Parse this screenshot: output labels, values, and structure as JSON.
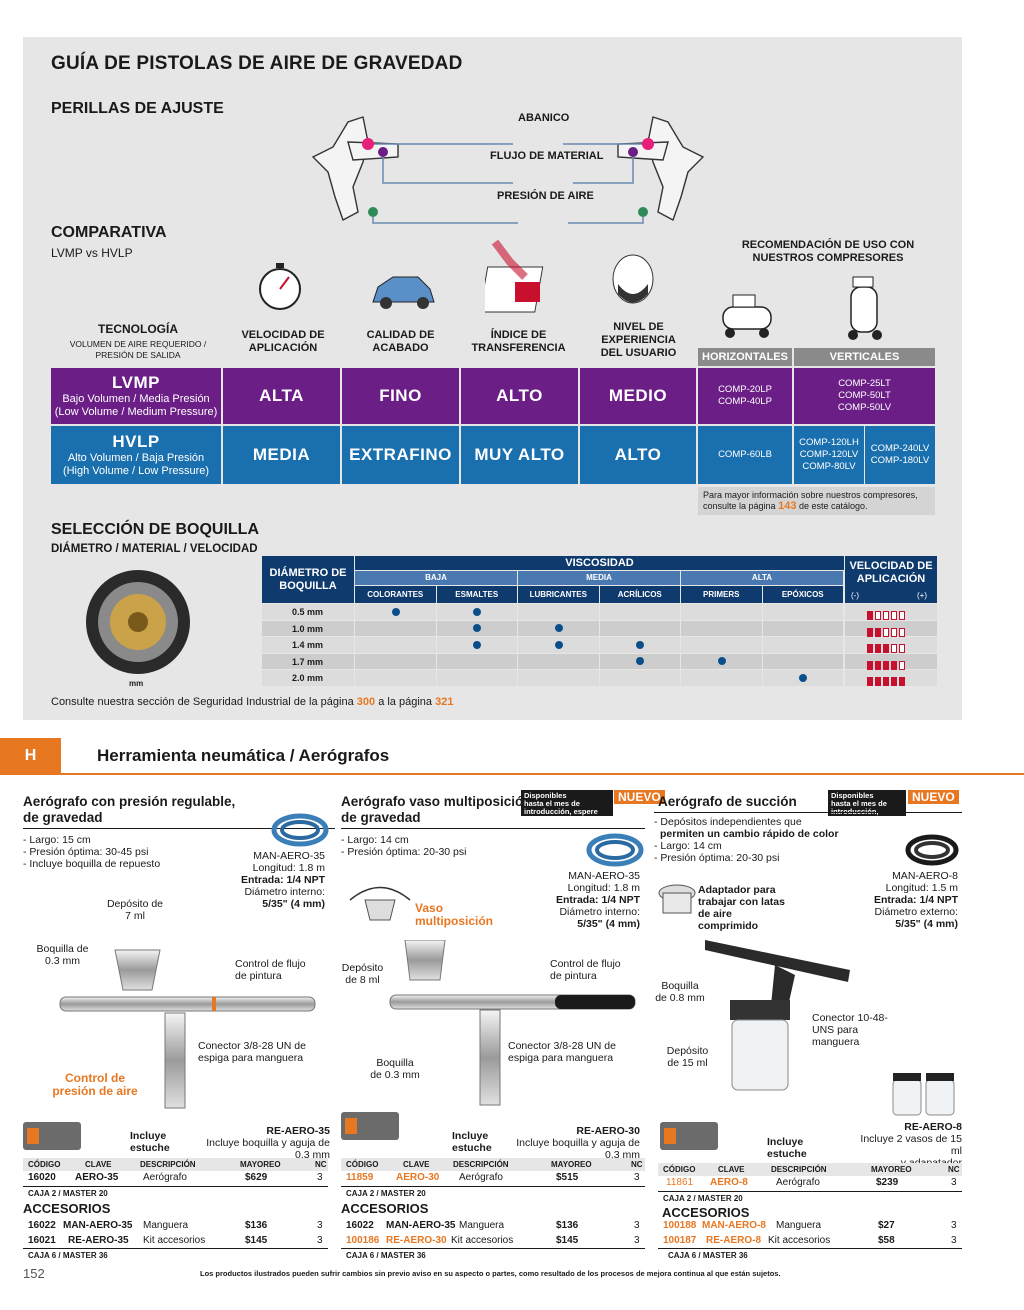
{
  "guide": {
    "title": "GUÍA DE PISTOLAS DE AIRE DE GRAVEDAD",
    "perillas_title": "PERILLAS DE AJUSTE",
    "knobs": [
      "ABANICO",
      "FLUJO DE MATERIAL",
      "PRESIÓN DE AIRE"
    ],
    "comparativa_title": "COMPARATIVA",
    "comparativa_sub": "LVMP vs HVLP",
    "tecnologia": "TECNOLOGÍA",
    "tecnologia_sub": "VOLUMEN DE AIRE REQUERIDO / PRESIÓN DE SALIDA",
    "columns": [
      "VELOCIDAD DE APLICACIÓN",
      "CALIDAD DE ACABADO",
      "ÍNDICE DE TRANSFERENCIA",
      "NIVEL DE EXPERIENCIA DEL USUARIO"
    ],
    "recomendacion": "RECOMENDACIÓN DE USO CON NUESTROS COMPRESORES",
    "horizontales": "HORIZONTALES",
    "verticales": "VERTICALES",
    "rows": [
      {
        "name": "LVMP",
        "desc1": "Bajo Volumen / Media Presión",
        "desc2": "(Low Volume / Medium Pressure)",
        "values": [
          "ALTA",
          "FINO",
          "ALTO",
          "MEDIO"
        ],
        "horiz": [
          "COMP-20LP",
          "COMP-40LP"
        ],
        "vert": [
          "COMP-25LT",
          "COMP-50LT",
          "COMP-50LV"
        ]
      },
      {
        "name": "HVLP",
        "desc1": "Alto Volumen / Baja Presión",
        "desc2": "(High Volume / Low Pressure)",
        "values": [
          "MEDIA",
          "EXTRAFINO",
          "MUY ALTO",
          "ALTO"
        ],
        "horiz": [
          "COMP-60LB"
        ],
        "vert": [
          "COMP-120LH",
          "COMP-120LV",
          "COMP-80LV"
        ],
        "vert2": [
          "COMP-240LV",
          "COMP-180LV"
        ]
      }
    ],
    "info_note_1": "Para mayor información sobre nuestros compresores,",
    "info_note_2a": "consulte la página",
    "info_page": "143",
    "info_note_2b": "de este catálogo.",
    "seleccion_title": "SELECCIÓN DE BOQUILLA",
    "seleccion_sub": "DIÁMETRO / MATERIAL / VELOCIDAD",
    "mm": "mm",
    "nozzle": {
      "diam_header": "DIÁMETRO DE BOQUILLA",
      "visc_header": "VISCOSIDAD",
      "groups": [
        "BAJA",
        "MEDIA",
        "ALTA"
      ],
      "materials": [
        "COLORANTES",
        "ESMALTES",
        "LUBRICANTES",
        "ACRÍLICOS",
        "PRIMERS",
        "EPÓXICOS"
      ],
      "vel_header": "VELOCIDAD DE APLICACIÓN",
      "minus": "(-)",
      "plus": "(+)",
      "rows": [
        {
          "d": "0.5 mm",
          "dots": [
            1,
            1,
            0,
            0,
            0,
            0
          ],
          "speed": 1
        },
        {
          "d": "1.0 mm",
          "dots": [
            0,
            1,
            1,
            0,
            0,
            0
          ],
          "speed": 2
        },
        {
          "d": "1.4 mm",
          "dots": [
            0,
            1,
            1,
            1,
            0,
            0
          ],
          "speed": 3
        },
        {
          "d": "1.7 mm",
          "dots": [
            0,
            0,
            0,
            1,
            1,
            0
          ],
          "speed": 4
        },
        {
          "d": "2.0 mm",
          "dots": [
            0,
            0,
            0,
            0,
            0,
            1
          ],
          "speed": 5
        }
      ]
    },
    "seguridad_a": "Consulte nuestra sección de Seguridad Industrial de la página",
    "seguridad_p1": "300",
    "seguridad_b": "a la página",
    "seguridad_p2": "321"
  },
  "section": {
    "tab": "H",
    "title": "Herramienta neumática / Aerógrafos"
  },
  "products": [
    {
      "title1": "Aerógrafo con presión regulable,",
      "title2": "de gravedad",
      "specs": [
        "- Largo: 15 cm",
        "- Presión óptima: 30-45 psi",
        "- Incluye boquilla de repuesto"
      ],
      "hose": [
        "MAN-AERO-35",
        "Longitud: 1.8 m",
        "Entrada: 1/4 NPT",
        "Diámetro interno:",
        "5/35\" (4 mm)"
      ],
      "labels": [
        "Depósito de 7 ml",
        "Boquilla de 0.3 mm",
        "Control de flujo de pintura",
        "Conector 3/8-28 UN de espiga para manguera"
      ],
      "highlight": "Control de presión de aire",
      "kit": [
        "RE-AERO-35",
        "Incluye boquilla y aguja de 0.3 mm"
      ],
      "estuche": "Incluye estuche",
      "headers": [
        "CÓDIGO",
        "CLAVE",
        "DESCRIPCIÓN",
        "MAYOREO",
        "NC"
      ],
      "main": [
        "16020",
        "AERO-35",
        "Aerógrafo",
        "$629",
        "3"
      ],
      "caja": "CAJA 2 / MASTER 20",
      "acc_title": "ACCESORIOS",
      "acc": [
        [
          "16022",
          "MAN-AERO-35",
          "Manguera",
          "$136",
          "3"
        ],
        [
          "16021",
          "RE-AERO-35",
          "Kit accesorios",
          "$145",
          "3"
        ]
      ],
      "caja2": "CAJA 6 / MASTER 36"
    },
    {
      "title1": "Aerógrafo vaso multiposición,",
      "title2": "de gravedad",
      "badge_l": [
        "Disponibles",
        "hasta el mes de",
        "introducción, espere promoción."
      ],
      "badge_r": "NUEVO",
      "specs": [
        "- Largo: 14 cm",
        "- Presión óptima: 20-30 psi"
      ],
      "hose": [
        "MAN-AERO-35",
        "Longitud: 1.8 m",
        "Entrada: 1/4 NPT",
        "Diámetro interno:",
        "5/35\" (4 mm)"
      ],
      "vaso": "Vaso multiposición",
      "labels": [
        "Depósito de 8 ml",
        "Boquilla de 0.3 mm",
        "Control de flujo de pintura",
        "Conector 3/8-28 UN de espiga para manguera"
      ],
      "kit": [
        "RE-AERO-30",
        "Incluye boquilla y aguja de 0.3 mm"
      ],
      "estuche": "Incluye estuche",
      "headers": [
        "CÓDIGO",
        "CLAVE",
        "DESCRIPCIÓN",
        "MAYOREO",
        "NC"
      ],
      "main": [
        "11859",
        "AERO-30",
        "Aerógrafo",
        "$515",
        "3"
      ],
      "caja": "CAJA 2 / MASTER 20",
      "acc_title": "ACCESORIOS",
      "acc": [
        [
          "16022",
          "MAN-AERO-35",
          "Manguera",
          "$136",
          "3"
        ],
        [
          "100186",
          "RE-AERO-30",
          "Kit accesorios",
          "$145",
          "3"
        ]
      ],
      "caja2": "CAJA 6 / MASTER 36"
    },
    {
      "title1": "Aerógrafo de succión",
      "badge_l": [
        "Disponibles",
        "hasta el mes de",
        "introducción, espere promoción."
      ],
      "badge_r": "NUEVO",
      "specs": [
        "- Depósitos independientes que",
        "permiten un cambio rápido de color",
        "- Largo: 14 cm",
        "- Presión óptima: 20-30 psi"
      ],
      "hose": [
        "MAN-AERO-8",
        "Longitud: 1.5 m",
        "Entrada: 1/4 NPT",
        "Diámetro externo:",
        "5/35\" (4 mm)"
      ],
      "adaptador": "Adaptador para trabajar con latas de aire comprimido",
      "labels": [
        "Boquilla de 0.8 mm",
        "Conector 10-48-UNS para manguera",
        "Depósito de 15 ml"
      ],
      "kit": [
        "RE-AERO-8",
        "Incluye 2 vasos de 15 ml",
        "y adapatador"
      ],
      "estuche": "Incluye estuche",
      "headers": [
        "CÓDIGO",
        "CLAVE",
        "DESCRIPCIÓN",
        "MAYOREO",
        "NC"
      ],
      "main": [
        "11861",
        "AERO-8",
        "Aerógrafo",
        "$239",
        "3"
      ],
      "caja": "CAJA 2 / MASTER 20",
      "acc_title": "ACCESORIOS",
      "acc": [
        [
          "100188",
          "MAN-AERO-8",
          "Manguera",
          "$27",
          "3"
        ],
        [
          "100187",
          "RE-AERO-8",
          "Kit accesorios",
          "$58",
          "3"
        ]
      ],
      "caja2": "CAJA 6 / MASTER 36"
    }
  ],
  "footer": {
    "page": "152",
    "note": "Los productos ilustrados pueden sufrir cambios sin previo aviso en su aspecto o partes, como resultado de los procesos de mejora continua al que están sujetos."
  }
}
